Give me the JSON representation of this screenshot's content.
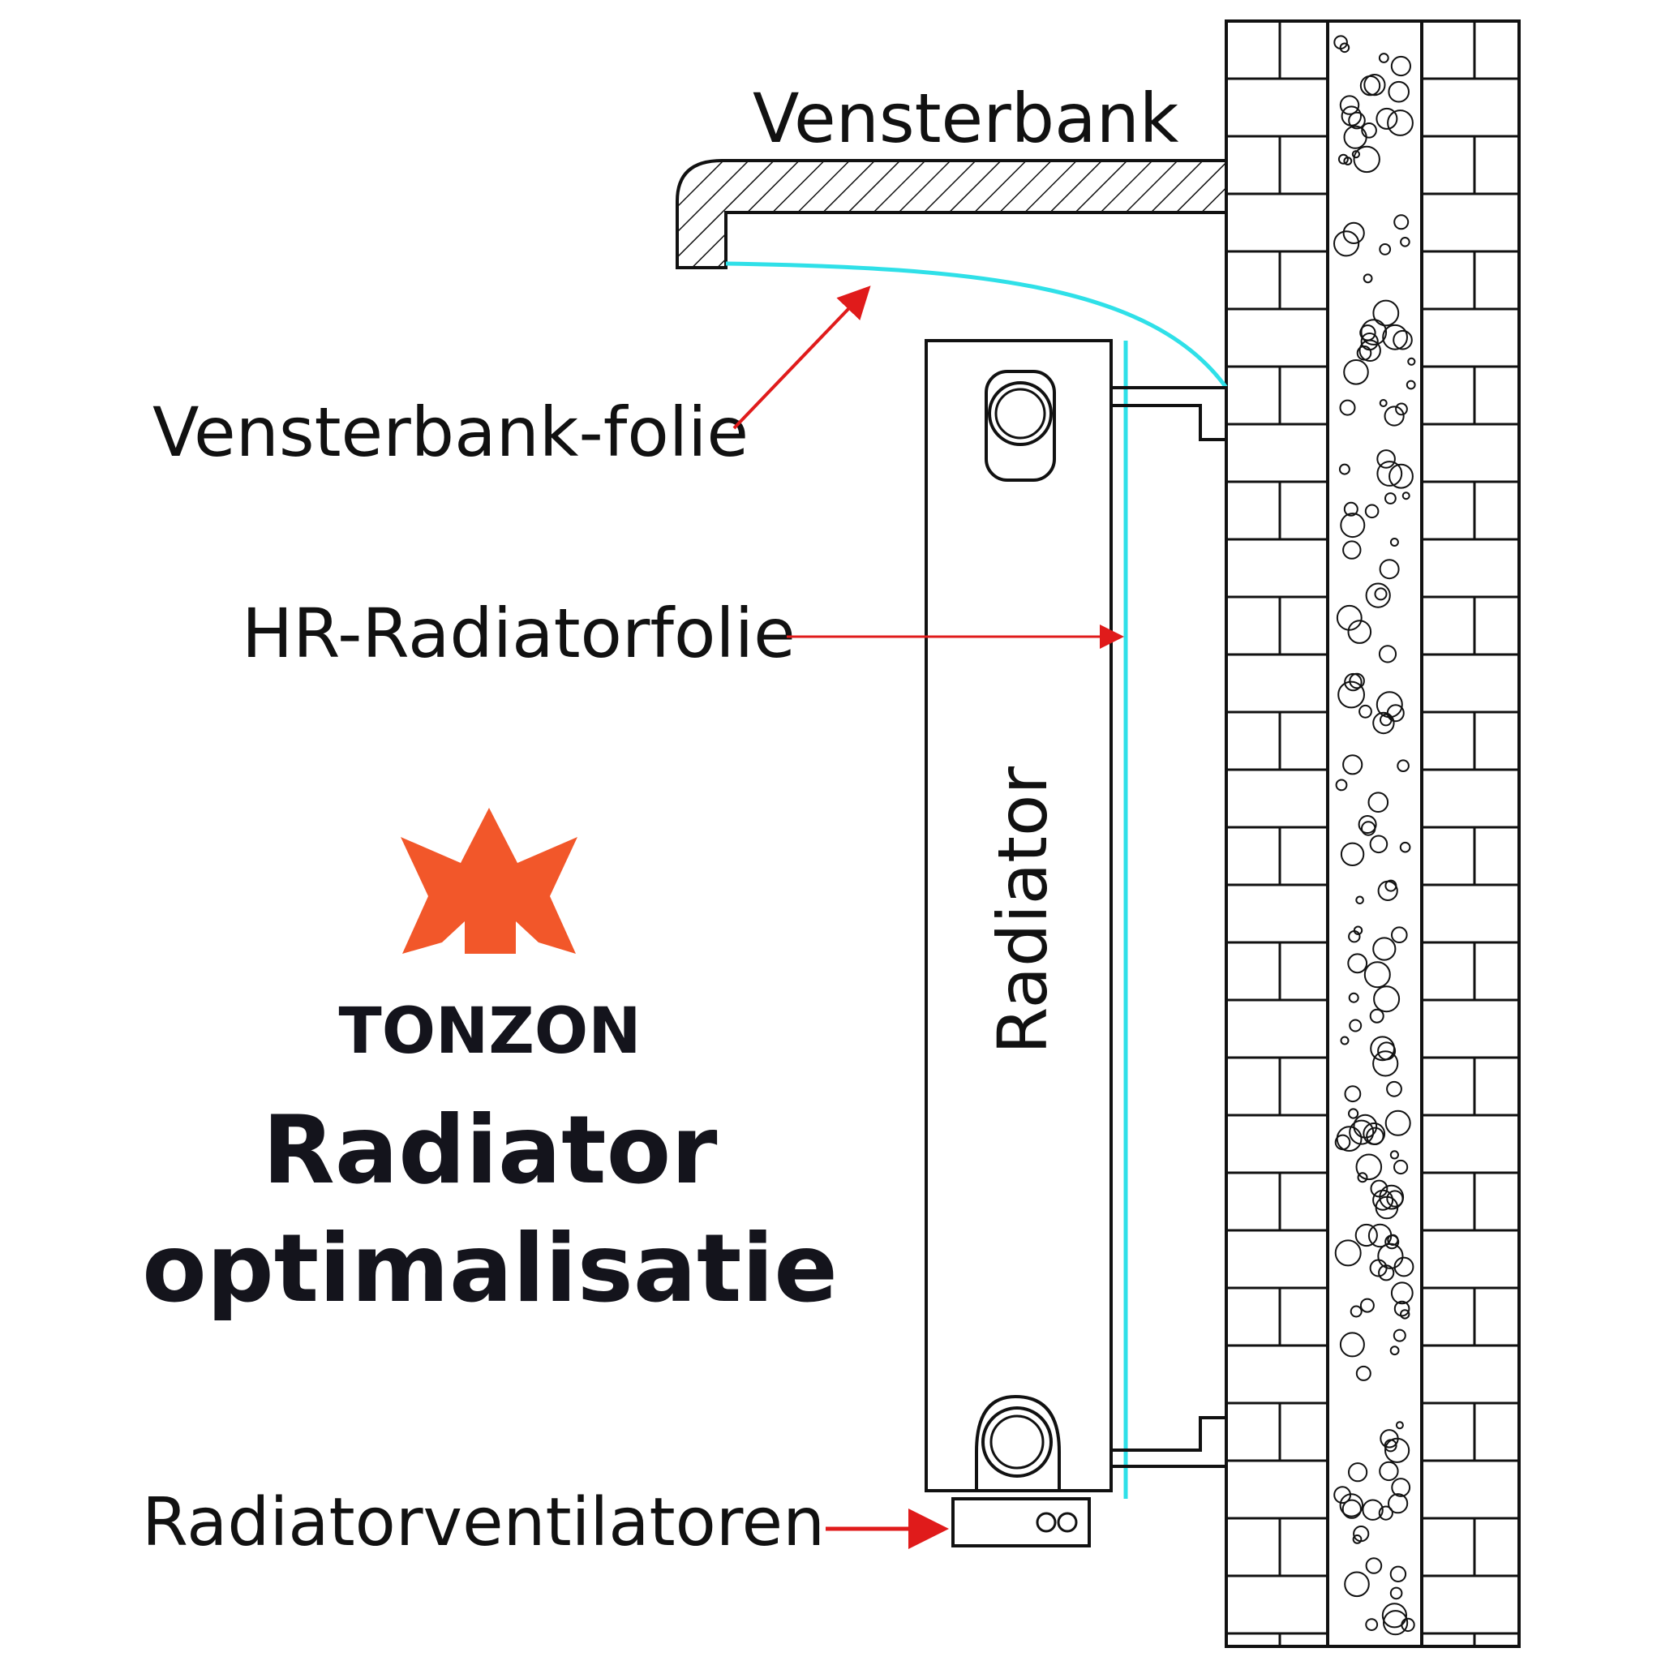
{
  "labels": {
    "vensterbank": "Vensterbank",
    "vensterbank_folie": "Vensterbank-folie",
    "hr_radiatorfolie": "HR-Radiatorfolie",
    "radiator": "Radiator",
    "radiatorventilatoren": "Radiatorventilatoren"
  },
  "brand": {
    "name": "TONZON",
    "tagline_line1": "Radiator",
    "tagline_line2": "optimalisatie"
  },
  "colors": {
    "arrow": "#e01b1b",
    "foil": "#2fe0e8",
    "logo": "#f2572a",
    "ink": "#111111"
  },
  "icons": {
    "logo": "star-house-icon"
  }
}
